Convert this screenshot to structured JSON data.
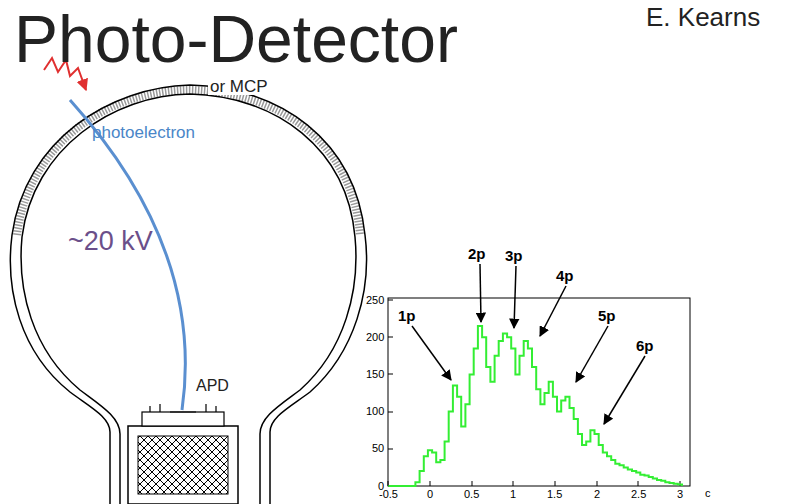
{
  "diagram": {
    "title": "Photo-Detector",
    "labels": [
      "E. Kearns",
      "or MCP",
      "photoelectron",
      "~20 kV",
      "APD",
      "1p",
      "2p",
      "3p",
      "4p",
      "5p",
      "6p",
      "0",
      "50",
      "100",
      "150",
      "200",
      "250",
      "-0.5",
      "0",
      "0.5",
      "1",
      "1.5",
      "2",
      "2.5",
      "3",
      "c"
    ]
  }
}
